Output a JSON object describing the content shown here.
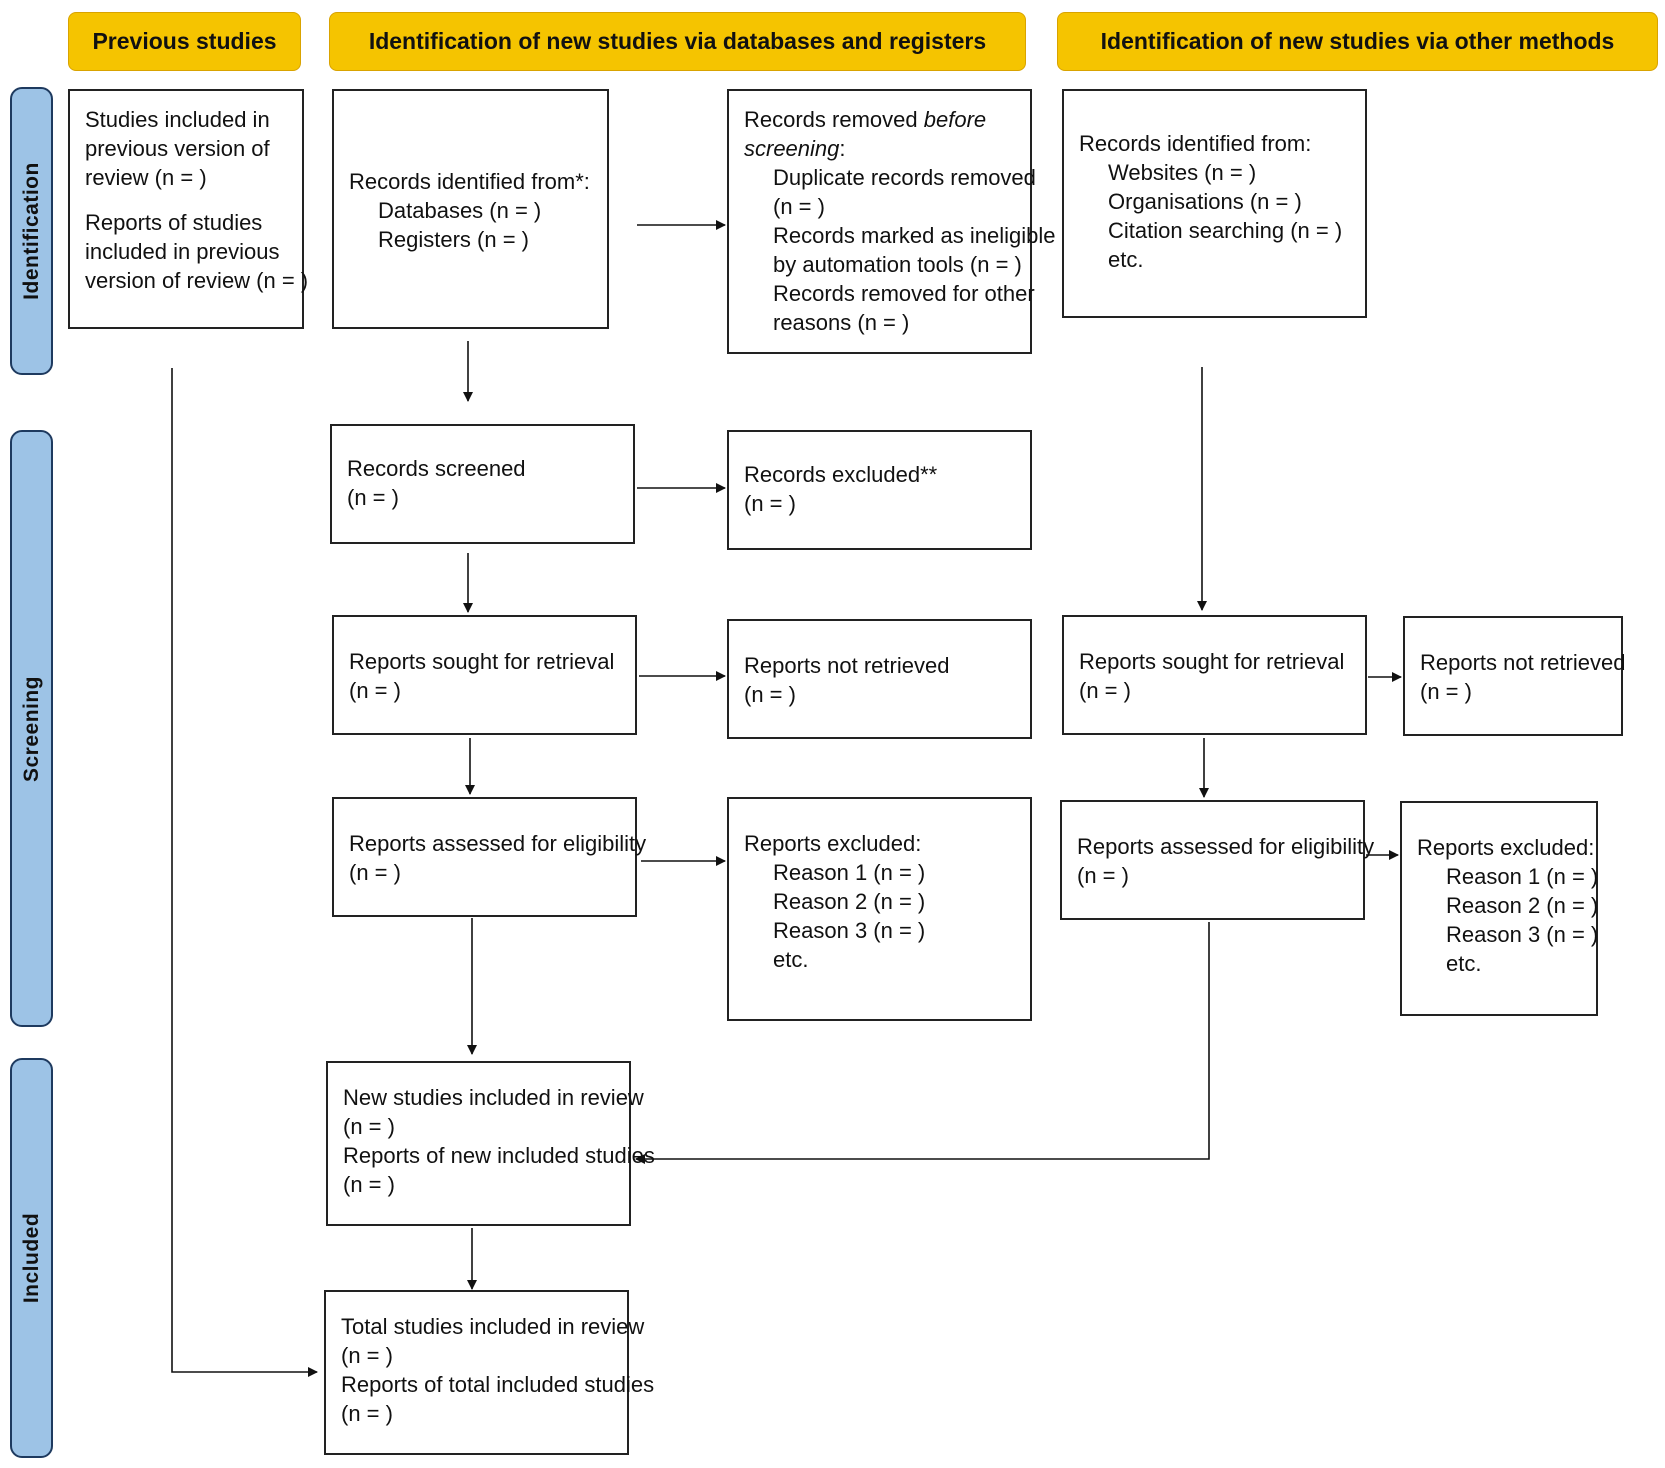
{
  "headers": {
    "previous": "Previous studies",
    "databases": "Identification of new studies via databases and registers",
    "other": "Identification of new studies via other methods"
  },
  "stages": {
    "identification": "Identification",
    "screening": "Screening",
    "included": "Included"
  },
  "prev": {
    "studies": [
      "Studies included in",
      "previous version of",
      "review (n = )"
    ],
    "reports": [
      "Reports of studies",
      "included in previous",
      "version of review (n = )"
    ]
  },
  "db": {
    "identified": {
      "title": "Records identified from*:",
      "databases": "Databases (n = )",
      "registers": "Registers (n = )"
    },
    "removed": {
      "title_a": "Records removed ",
      "title_b": "before",
      "title_c": "screening",
      "title_d": ":",
      "lines": [
        "Duplicate records removed",
        "(n = )",
        "Records marked as ineligible",
        "by automation tools (n = )",
        "Records removed for other",
        "reasons (n = )"
      ]
    },
    "screened": {
      "title": "Records screened",
      "n": "(n = )"
    },
    "excluded": {
      "title": "Records excluded**",
      "n": "(n = )"
    },
    "sought": {
      "title": "Reports sought for retrieval",
      "n": "(n = )"
    },
    "not_retrieved": {
      "title": "Reports not retrieved",
      "n": "(n = )"
    },
    "assessed": {
      "title": "Reports assessed for eligibility",
      "n": "(n = )"
    },
    "reports_excluded": {
      "title": "Reports excluded:",
      "lines": [
        "Reason 1 (n = )",
        "Reason 2 (n = )",
        "Reason 3 (n = )",
        "etc."
      ]
    },
    "new_included": {
      "lines": [
        "New studies included in review",
        "(n = )",
        "Reports of new included studies",
        "(n = )"
      ]
    },
    "total": {
      "lines": [
        "Total studies included in review",
        "(n = )",
        "Reports of total included studies",
        "(n = )"
      ]
    }
  },
  "other": {
    "identified": {
      "title": "Records identified from:",
      "lines": [
        "Websites (n = )",
        "Organisations (n = )",
        "Citation searching (n = )",
        "etc."
      ]
    },
    "sought": {
      "title": "Reports sought for retrieval",
      "n": "(n = )"
    },
    "not_retrieved": {
      "title": "Reports not retrieved",
      "n": "(n = )"
    },
    "assessed": {
      "title": "Reports assessed for eligibility",
      "n": "(n = )"
    },
    "reports_excluded": {
      "title": "Reports excluded:",
      "lines": [
        "Reason 1 (n = )",
        "Reason 2 (n = )",
        "Reason 3 (n = )",
        "etc."
      ]
    }
  }
}
